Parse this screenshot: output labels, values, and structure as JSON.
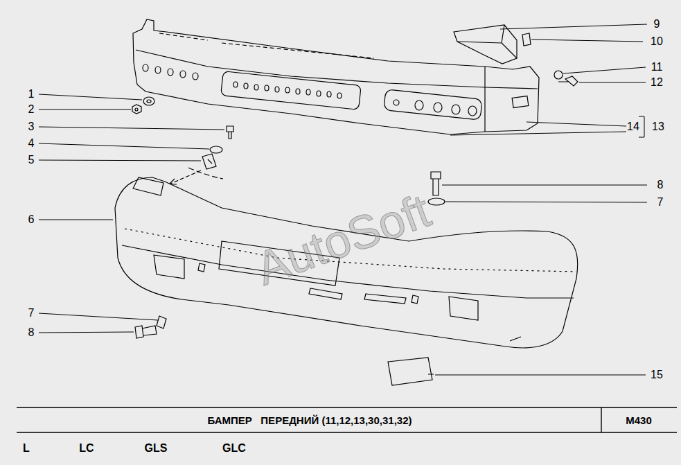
{
  "diagram": {
    "title": "БАМПЕР   ПЕРЕДНИЙ (11,12,13,30,31,32)",
    "labels": [
      "1",
      "2",
      "3",
      "4",
      "5",
      "6",
      "7",
      "8",
      "9",
      "10",
      "11",
      "12",
      "14",
      "13",
      "8",
      "7",
      "15",
      "M430",
      "L",
      "LC",
      "GLS",
      "GLC",
      "AutoSoft"
    ]
  }
}
